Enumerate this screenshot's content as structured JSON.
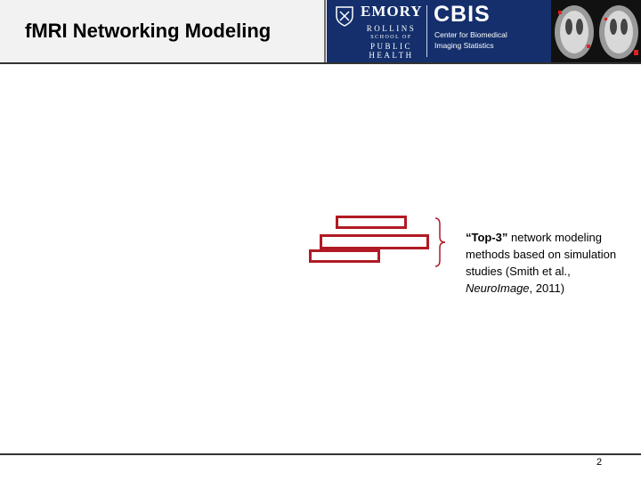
{
  "header": {
    "title": "fMRI Networking Modeling",
    "emory": "EMORY",
    "rollins_line1": "ROLLINS",
    "rollins_line2": "SCHOOL OF",
    "rollins_line3": "PUBLIC",
    "rollins_line4": "HEALTH",
    "cbis": "CBIS",
    "cbis_line1": "Center for Biomedical",
    "cbis_line2": "Imaging Statistics",
    "banner_color": "#142f6b"
  },
  "content": {
    "note_quote": "“Top-3”",
    "note_rest": " network modeling methods based on simulation studies (Smith et al., ",
    "note_journal": "NeuroImage",
    "note_tail": ", 2011)",
    "highlight_color": "#b11a24"
  },
  "footer": {
    "page_number": "2"
  }
}
